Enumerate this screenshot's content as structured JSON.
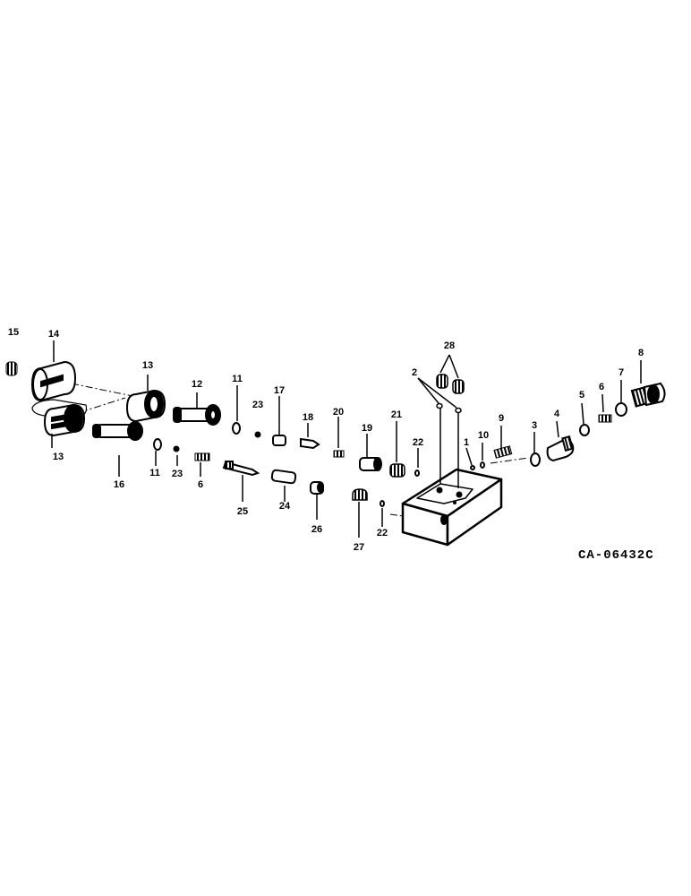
{
  "drawing_code": "CA-06432C",
  "callouts": [
    "15",
    "14",
    "13",
    "13",
    "12",
    "11",
    "11",
    "23",
    "23",
    "17",
    "18",
    "20",
    "19",
    "21",
    "22",
    "22",
    "16",
    "6",
    "6",
    "25",
    "24",
    "26",
    "27",
    "2",
    "28",
    "1",
    "10",
    "9",
    "3",
    "4",
    "5",
    "7",
    "8"
  ]
}
